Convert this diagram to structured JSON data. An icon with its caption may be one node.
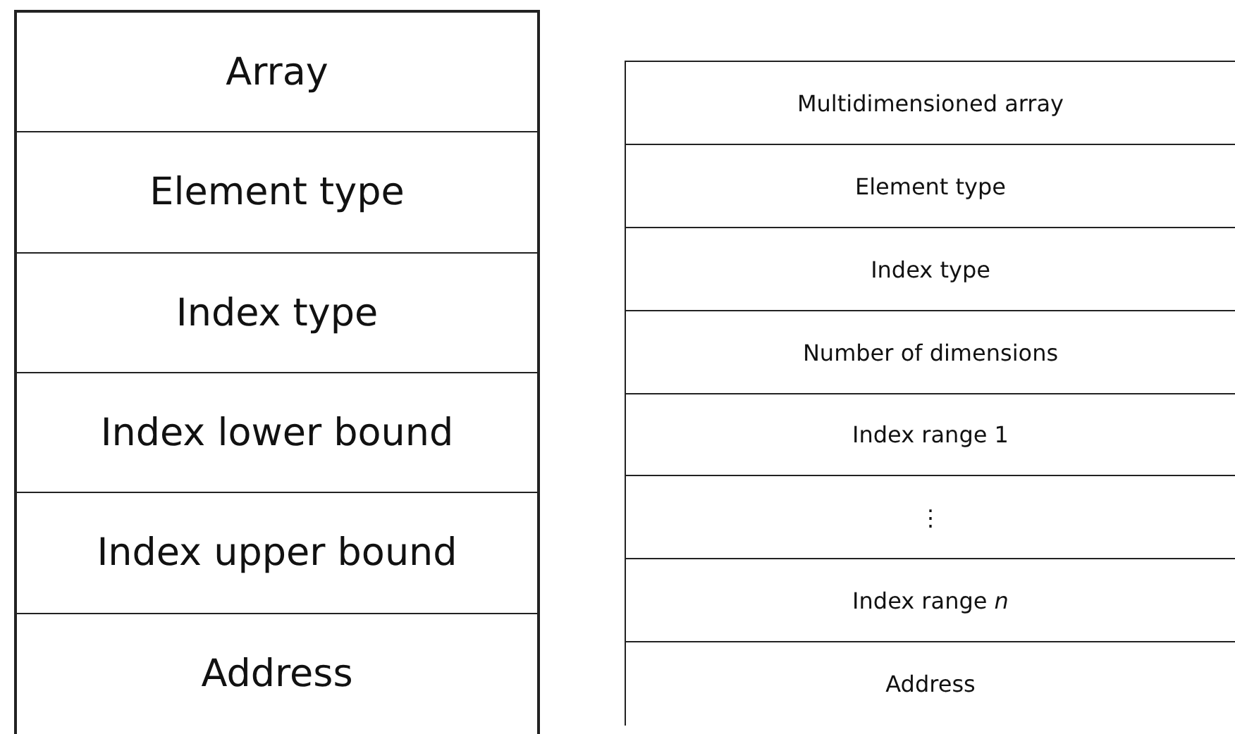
{
  "diagram": {
    "nodes": [
      {
        "text": [],
        "shape": "box"
      },
      {
        "text": [
          "Array"
        ],
        "in": 0
      },
      {
        "text": [
          "Element type"
        ],
        "in": 0
      },
      {
        "text": [
          "Index type"
        ],
        "in": 0
      },
      {
        "text": [
          "Index lower bound"
        ],
        "in": 0
      },
      {
        "text": [
          "Index upper bound"
        ],
        "in": 0
      },
      {
        "text": [
          "Address"
        ],
        "in": 0
      },
      {
        "text": [],
        "shape": "box"
      },
      {
        "text": [
          "Multidimensioned array"
        ],
        "in": 7
      },
      {
        "text": [
          "Element type"
        ],
        "in": 7
      },
      {
        "text": [
          "Index type"
        ],
        "in": 7
      },
      {
        "text": [
          "Number of dimensions"
        ],
        "in": 7
      },
      {
        "text": [
          "Index range 1"
        ],
        "in": 7
      },
      {
        "text": [
          "⋮"
        ],
        "in": 7
      },
      {
        "text": [
          "Index range *n*"
        ],
        "in": 7
      },
      {
        "text": [
          "Address"
        ],
        "in": 7
      }
    ],
    "edges": []
  }
}
